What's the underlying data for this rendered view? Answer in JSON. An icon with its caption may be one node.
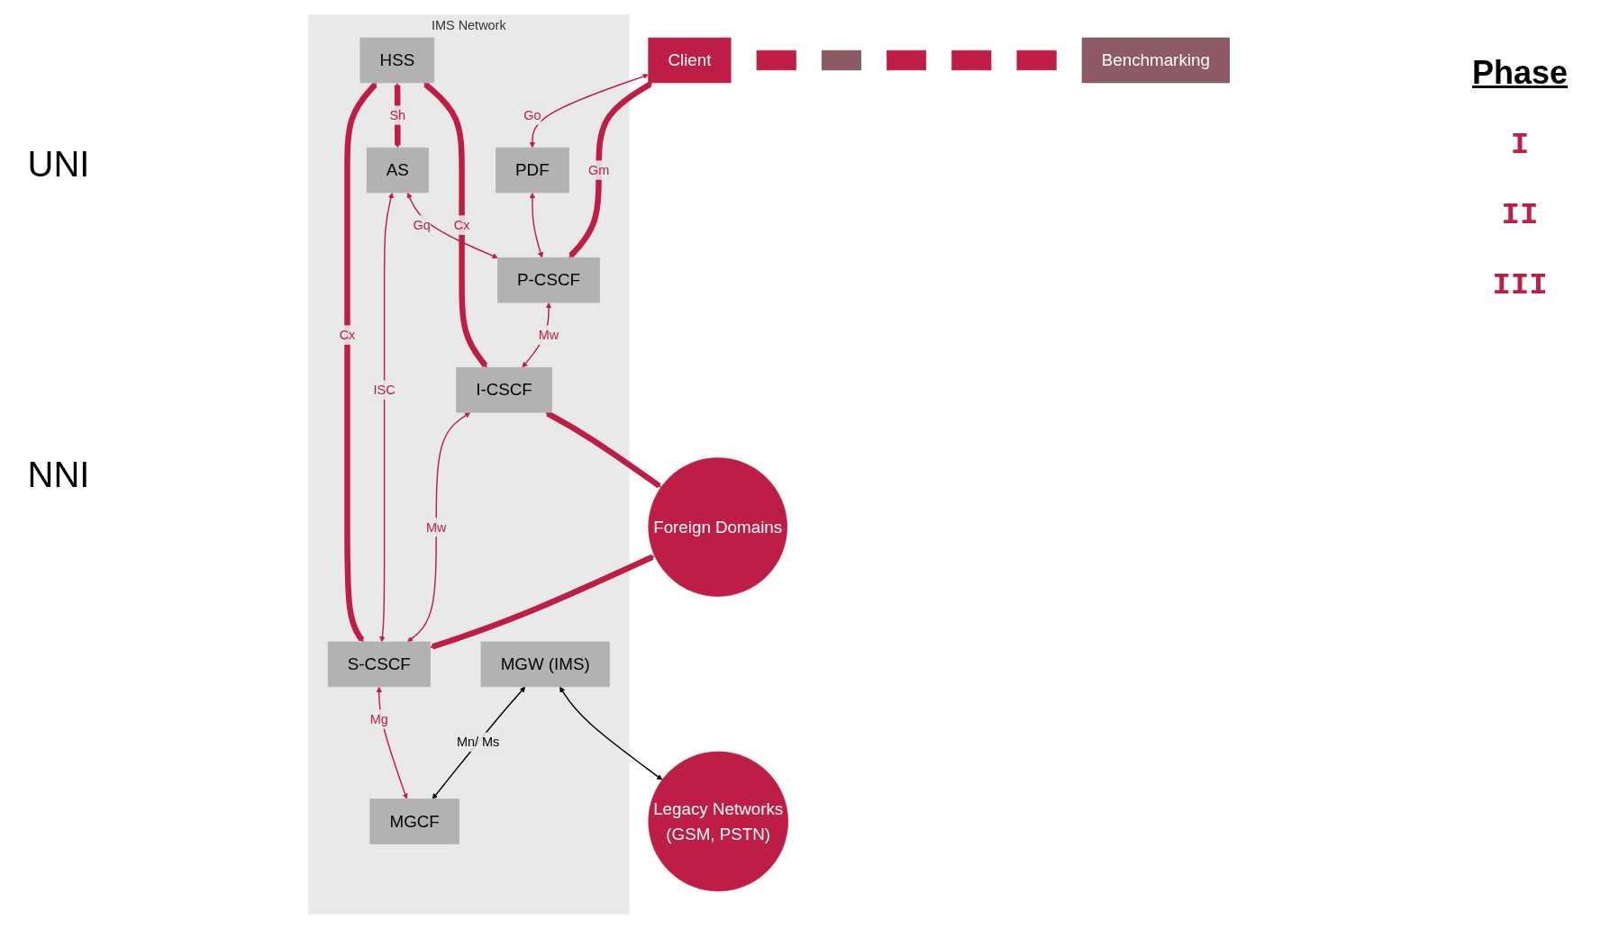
{
  "diagram": {
    "nodes": [
      {
        "text": [
          "IMS Network"
        ]
      },
      {
        "text": [
          "Client"
        ]
      },
      {
        "text": [
          "P-CSCF"
        ],
        "in": 0
      },
      {
        "text": [
          "PDF"
        ],
        "in": 0
      },
      {
        "text": [
          "I-CSCF"
        ],
        "in": 0
      },
      {
        "text": [
          "Foreign Domains"
        ]
      },
      {
        "text": [
          "HSS"
        ],
        "in": 0
      },
      {
        "text": [
          "AS"
        ],
        "in": 0
      },
      {
        "text": [
          "S-CSCF"
        ],
        "in": 0
      },
      {
        "text": [
          "Legacy Networks",
          "(GSM, PSTN)"
        ]
      },
      {
        "text": [
          "MGW (IMS)"
        ],
        "in": 0
      },
      {
        "text": [
          "MGCF"
        ],
        "in": 0
      },
      {
        "text": [],
        "shape": "box"
      },
      {
        "text": [],
        "shape": "box"
      },
      {
        "text": [],
        "shape": "box"
      },
      {
        "text": [],
        "shape": "box"
      },
      {
        "text": [],
        "shape": "box"
      },
      {
        "text": [
          "Benchmarking"
        ]
      }
    ],
    "edges": [
      {
        "from": 1,
        "to": 2,
        "arrow": "both",
        "label": "Gm",
        "style": "thick"
      },
      {
        "from": 1,
        "to": 3,
        "arrow": "both",
        "label": "Go"
      },
      {
        "from": 3,
        "to": 2,
        "arrow": "both"
      },
      {
        "from": 7,
        "to": 2,
        "arrow": "both",
        "label": "Gq"
      },
      {
        "from": 2,
        "to": 4,
        "arrow": "both",
        "label": "Mw"
      },
      {
        "from": 4,
        "to": 5,
        "arrow": "both",
        "style": "thick"
      },
      {
        "from": 6,
        "to": 4,
        "arrow": "both",
        "label": "Cx",
        "style": "thick"
      },
      {
        "from": 6,
        "to": 7,
        "arrow": "both",
        "label": "Sh",
        "style": "thick"
      },
      {
        "from": 4,
        "to": 8,
        "arrow": "both",
        "label": "Mw"
      },
      {
        "from": 5,
        "to": 8,
        "arrow": "both",
        "style": "thick"
      },
      {
        "from": 6,
        "to": 8,
        "arrow": "both",
        "label": "Cx",
        "style": "thick"
      },
      {
        "from": 7,
        "to": 8,
        "arrow": "both",
        "label": "ISC"
      },
      {
        "from": 8,
        "to": 11,
        "arrow": "both",
        "label": "Mg"
      },
      {
        "from": 9,
        "to": 10,
        "arrow": "both",
        "color": "#000000"
      },
      {
        "from": 10,
        "to": 11,
        "arrow": "both",
        "label": "Mn/ Ms",
        "color": "#000000"
      }
    ],
    "labels": [
      "UNI",
      "NNI",
      "Phase",
      "I",
      "II",
      "III"
    ]
  }
}
